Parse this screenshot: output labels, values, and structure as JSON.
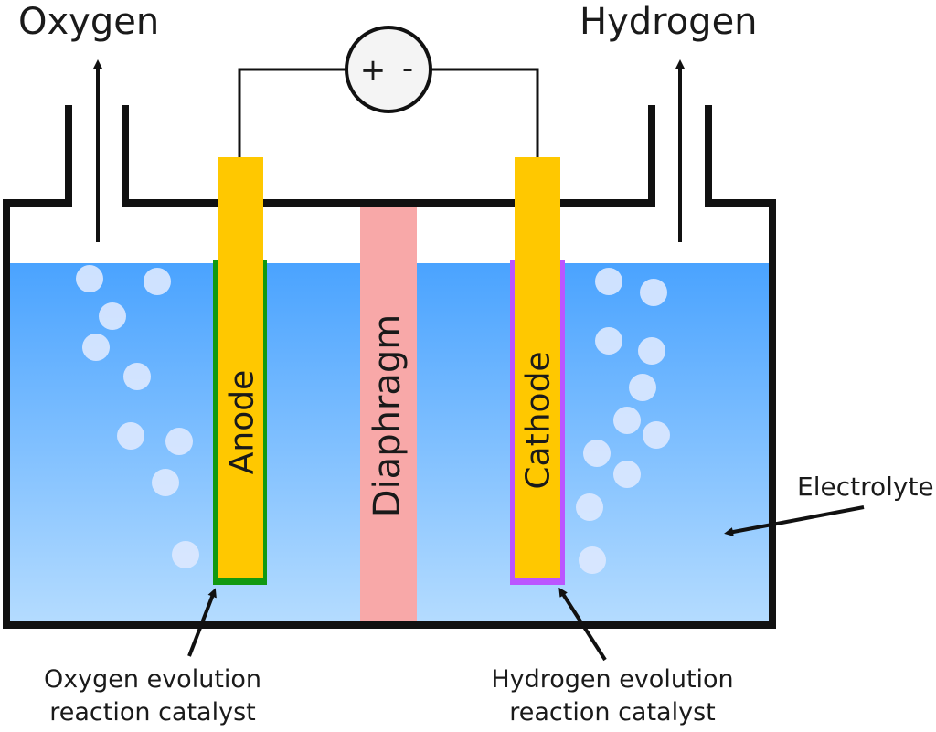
{
  "labels": {
    "oxygen": "Oxygen",
    "hydrogen": "Hydrogen",
    "anode": "Anode",
    "cathode": "Cathode",
    "diaphragm": "Diaphragm",
    "electrolyte": "Electrolyte",
    "power_plus": "+",
    "power_minus": "-",
    "oer_line1": "Oxygen evolution",
    "oer_line2": "reaction catalyst",
    "her_line1": "Hydrogen evolution",
    "her_line2": "reaction catalyst"
  },
  "colors": {
    "electrode": "#ffc800",
    "anode_catalyst": "#119911",
    "cathode_catalyst": "#bb55ff",
    "diaphragm": "#f8a8a8",
    "electrolyte_top": "#4aa3ff",
    "electrolyte_bottom": "#b5dcff",
    "bubble": "#dde9ff",
    "outline": "#111111",
    "power_source_fill": "#f4f4f4"
  }
}
